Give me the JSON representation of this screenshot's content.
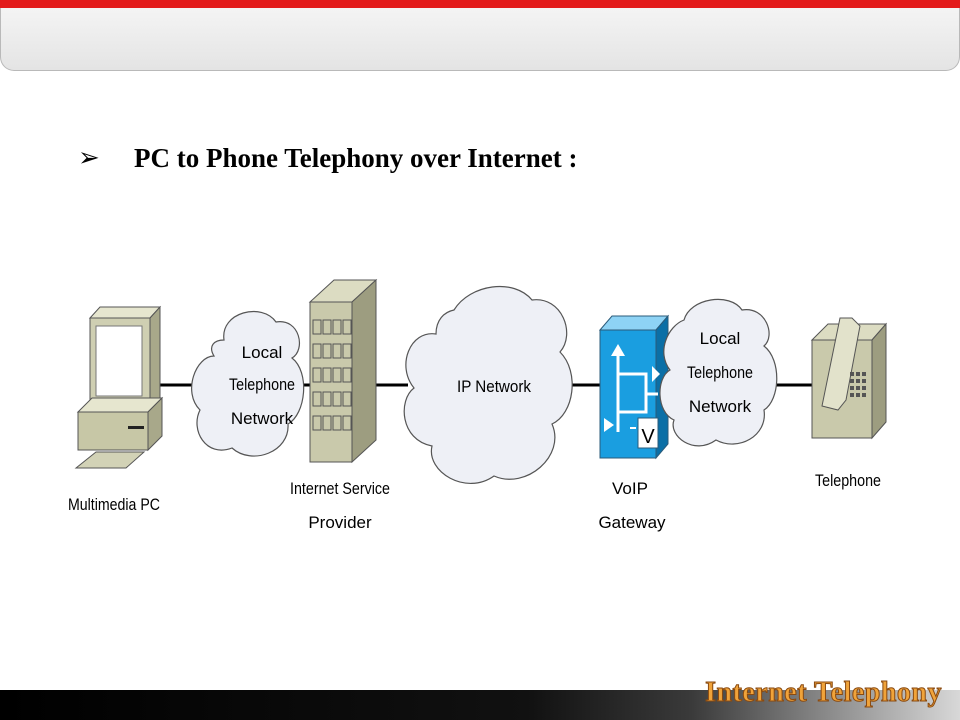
{
  "header": {
    "bullet": "➢",
    "title": "PC to Phone Telephony over Internet :"
  },
  "diagram": {
    "pc_label": "Multimedia PC",
    "cloud1_lines": [
      "Local",
      "Telephone",
      "Network"
    ],
    "isp_lines": [
      "Internet Service",
      "Provider"
    ],
    "ip_network": "IP Network",
    "gateway_lines": [
      "VoIP",
      "Gateway"
    ],
    "gateway_mark": "V",
    "cloud2_lines": [
      "Local",
      "Telephone",
      "Network"
    ],
    "phone_label": "Telephone"
  },
  "footer": {
    "brand": "Internet Telephony"
  },
  "colors": {
    "accent": "#e31b1b",
    "cloud": "#eef0f6",
    "device": "#c7c7a6",
    "gateway": "#1a9ee0",
    "brand": "#f0a33a"
  }
}
